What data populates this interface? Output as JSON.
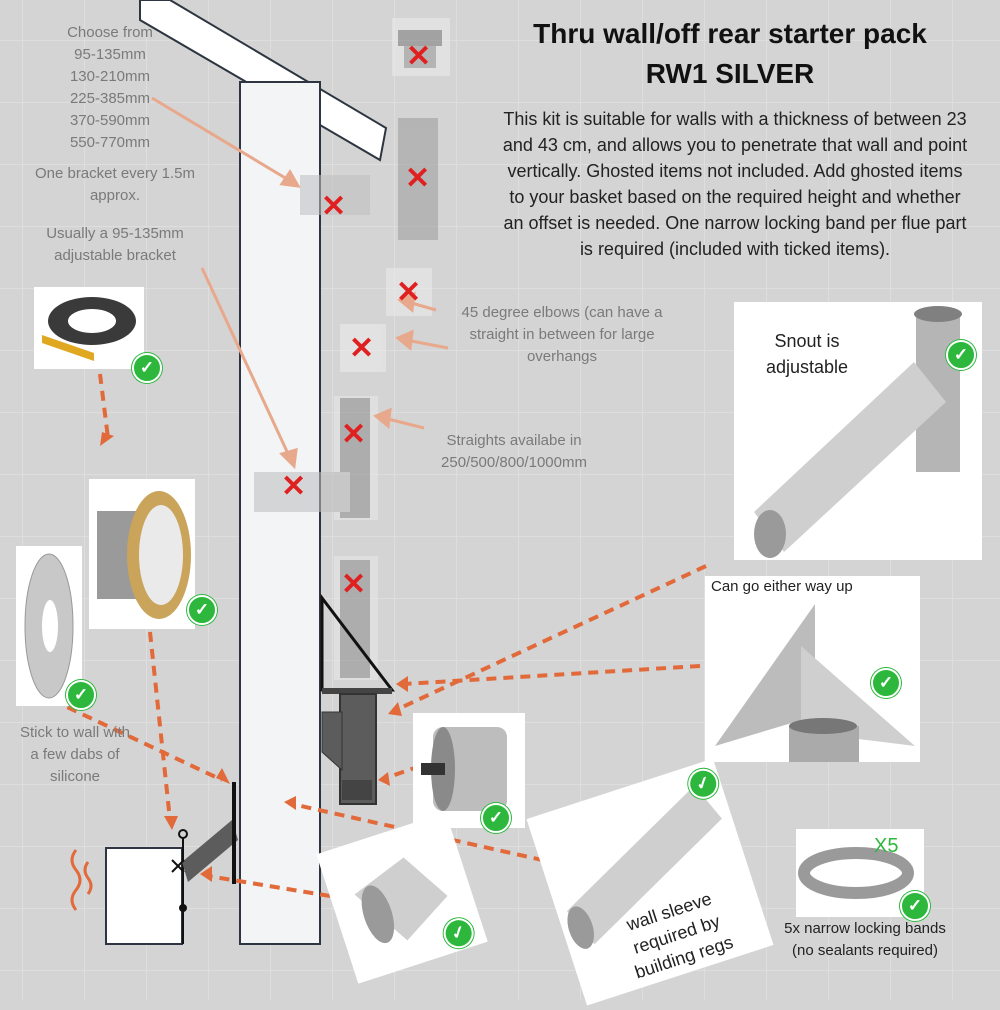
{
  "header": {
    "title_line1": "Thru wall/off rear starter pack",
    "title_line2": "RW1 SILVER",
    "description": "This kit is suitable for walls with a thickness of between 23 and 43 cm, and allows you to penetrate that wall and point vertically. Ghosted items not included. Add ghosted items to your basket based on the required height and whether an offset is needed. One narrow locking band per flue part is required (included with ticked items)."
  },
  "labels": {
    "bracket_sizes": "Choose from\n95-135mm\n130-210mm\n225-385mm\n370-590mm\n550-770mm",
    "bracket_spacing": "One bracket every 1.5m\napprox.",
    "usual_bracket": "Usually a 95-135mm\nadjustable bracket",
    "elbows": "45 degree elbows (can have a\nstraight in between for large\noverhangs",
    "straights": "Straights availabe in\n250/500/800/1000mm",
    "stick_to_wall": "Stick to wall with\na few dabs of\nsilicone",
    "snout": "Snout is\nadjustable",
    "either_way": "Can go either way up",
    "wall_sleeve": "wall sleeve required by\nbuilding regs",
    "locking_bands": "5x narrow locking bands\n(no sealants required)",
    "quantity_badge": "X5"
  },
  "colors": {
    "check": "#2db83d",
    "cross": "#e02020",
    "arrow_salmon": "#e8a88c",
    "arrow_orange": "#e2693a",
    "wall": "#f2f4f5",
    "outline": "#2d3540",
    "flue_dark": "#5c5c5c"
  },
  "icons": {
    "included": "check-circle-icon",
    "excluded": "red-cross-icon",
    "heat": "heat-wave-icon"
  }
}
